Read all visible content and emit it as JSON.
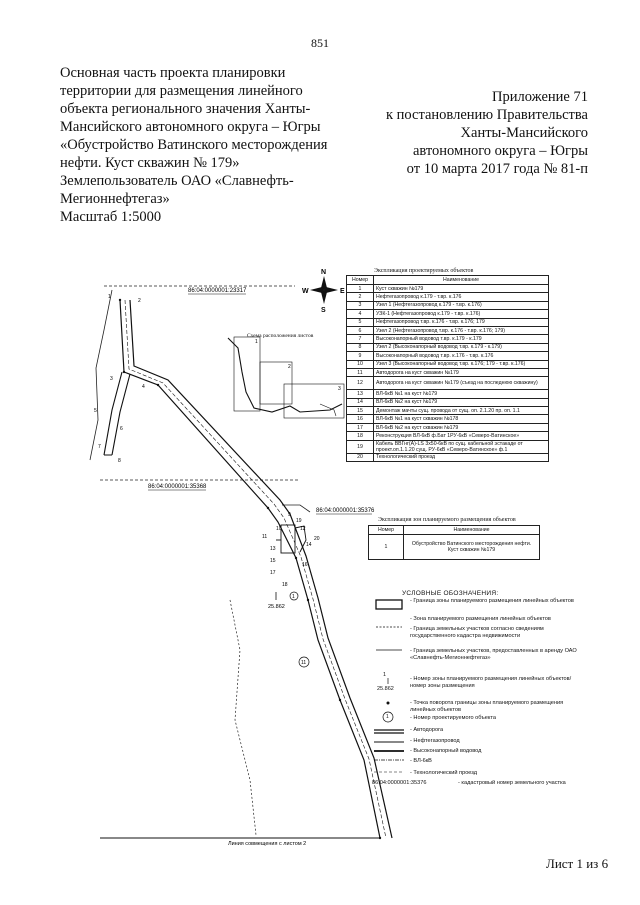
{
  "page_number": "851",
  "left_title_lines": [
    "Основная часть проекта планировки",
    "территории для размещения линейного",
    "объекта регионального значения Ханты-",
    "Мансийского автономного округа – Югры",
    "«Обустройство Ватинского месторождения",
    "нефти. Куст скважин № 179»",
    "Землепользователь ОАО «Славнефть-",
    "Мегионнефтегаз»",
    "Масштаб 1:5000"
  ],
  "right_title_lines": [
    "Приложение 71",
    "к постановлению Правительства",
    "Ханты-Мансийского",
    "автономного округа – Югры",
    "от 10 марта 2017 года № 81-п"
  ],
  "compass": {
    "n": "N",
    "s": "S",
    "w": "W",
    "e": "E"
  },
  "scheme_label": "Схема расположения листов",
  "scheme_sheet_labels": [
    "1",
    "2",
    "3"
  ],
  "cadastral_labels": [
    "86:04:0000001:23317",
    "86:04:0000001:35368",
    "86:04:0000001:35376"
  ],
  "map_numbers": [
    "1",
    "2",
    "3",
    "4",
    "5",
    "6",
    "7",
    "8",
    "9",
    "10",
    "11",
    "12",
    "13",
    "14",
    "15",
    "16",
    "17",
    "18",
    "19",
    "20"
  ],
  "map_bottom_note": "Линия совмещения с листом 2",
  "scale_mark": "25.862",
  "object_table": {
    "caption": "Экспликация проектируемых объектов",
    "headers": [
      "Номер",
      "Наименование"
    ],
    "rows": [
      [
        "1",
        "Куст скважин №179"
      ],
      [
        "2",
        "Нефтегазопровод к.179 - т.вр. к.176"
      ],
      [
        "3",
        "Узел 1 (Нефтегазопровод к.179 - т.вр. к.176)"
      ],
      [
        "4",
        "УЗК-1 (Нефтегазопровод к.179 - т.вр. к.176)"
      ],
      [
        "5",
        "Нефтегазопровод т.вр. к.176 - т.вр. к.176; 179"
      ],
      [
        "6",
        "Узел 2 (Нефтегазопровод т.вр. к.176 - т.вр. к.176; 179)"
      ],
      [
        "7",
        "Высоконапорный водовод т.вр. к.179 - к.179"
      ],
      [
        "8",
        "Узел 2 (Высоконапорный водовод т.вр. к.179 - к.179)"
      ],
      [
        "9",
        "Высоконапорный водовод т.вр. к.176 - т.вр. к.176"
      ],
      [
        "10",
        "Узел 3 (Высоконапорный водовод т.вр. к.176; 179 - т.вр. к.176)"
      ],
      [
        "11",
        "Автодорога на куст скважин №179"
      ],
      [
        "12",
        "Автодорога на куст скважин №179 (съезд на последнюю скважину)"
      ],
      [
        "13",
        "ВЛ-6кВ №1 на куст №179"
      ],
      [
        "14",
        "ВЛ-6кВ №2 на куст №179"
      ],
      [
        "15",
        "Демонтаж мачты сущ. провода от сущ. оп. 2.1.20 пр. оп. 1.1"
      ],
      [
        "16",
        "ВЛ-6кВ №1 на куст скважин №178"
      ],
      [
        "17",
        "ВЛ-6кВ №2 на куст скважин №179"
      ],
      [
        "18",
        "Реконструкция ВЛ-6кВ ф.Бат 1РУ-6кВ «Северо-Ватинское»"
      ],
      [
        "19",
        "Кабель ВВГнг(А)-LS 3х50-6кВ по сущ. кабельной эстакаде от проект.оп.1.1.20 сущ. РУ-6кВ «Северо-Ватинское» ф.1"
      ],
      [
        "20",
        "Технологический проезд"
      ]
    ]
  },
  "zone_table": {
    "caption": "Экспликация зон планируемого размещения объектов",
    "headers": [
      "Номер",
      "Наименование"
    ],
    "rows": [
      [
        "1",
        "Обустройство Ватинского месторождения нефти. Куст скважин №179"
      ]
    ]
  },
  "legend": {
    "title": "УСЛОВНЫЕ ОБОЗНАЧЕНИЯ:",
    "items": [
      "- Граница зоны планируемого размещения линейных объектов",
      "- Зона планируемого размещения линейных объектов",
      "- Граница земельных участков согласно сведениям государственного кадастра недвижимости",
      "- Граница земельных участков, предоставленных в аренду ОАО «Славнефть-Мегионнефтегаз»",
      "- Номер зоны планируемого размещения линейных объектов/номер зоны размещения",
      "- Точка поворота границы зоны планируемого размещения линейных объектов",
      "- Номер проектируемого объекта",
      "- Автодорога",
      "- Нефтегазопровод",
      "- Высоконапорный водовод",
      "- ВЛ-6кВ",
      "- Технологический проезд",
      "- кадастровый номер земельного участка"
    ],
    "zone_symbol_top": "1",
    "zone_symbol_bottom": "25.862",
    "object_symbol": "1",
    "cadastral_example": "86:04:0000001:35376"
  },
  "sheet_label": "Лист 1 из 6"
}
